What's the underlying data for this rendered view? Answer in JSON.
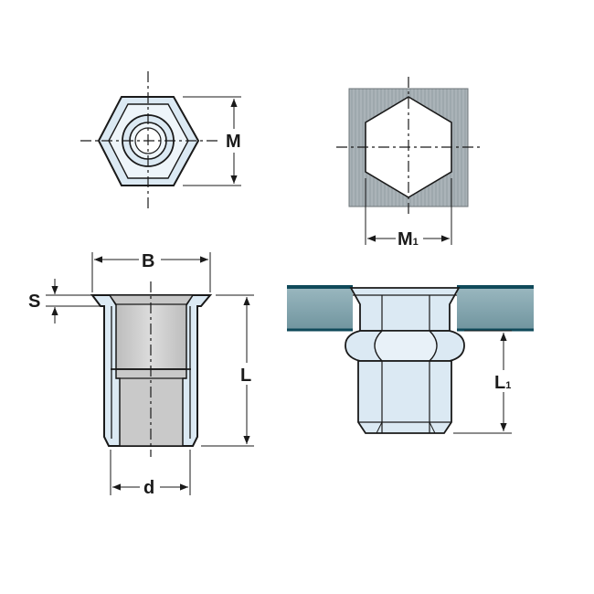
{
  "colors": {
    "outline": "#1a1a1a",
    "steel_light": "#dbe9f3",
    "steel_mid": "#b9d0df",
    "bore_grey": "#c9c9c9",
    "plate_teal": "#7fa3ad",
    "plate_dark": "#0f4a5a",
    "panel_grey": "#a9b1b6"
  },
  "labels": {
    "M": "M",
    "M1": "M",
    "M1_sub": "1",
    "B": "B",
    "S": "S",
    "L": "L",
    "d": "d",
    "L1": "L",
    "L1_sub": "1"
  }
}
